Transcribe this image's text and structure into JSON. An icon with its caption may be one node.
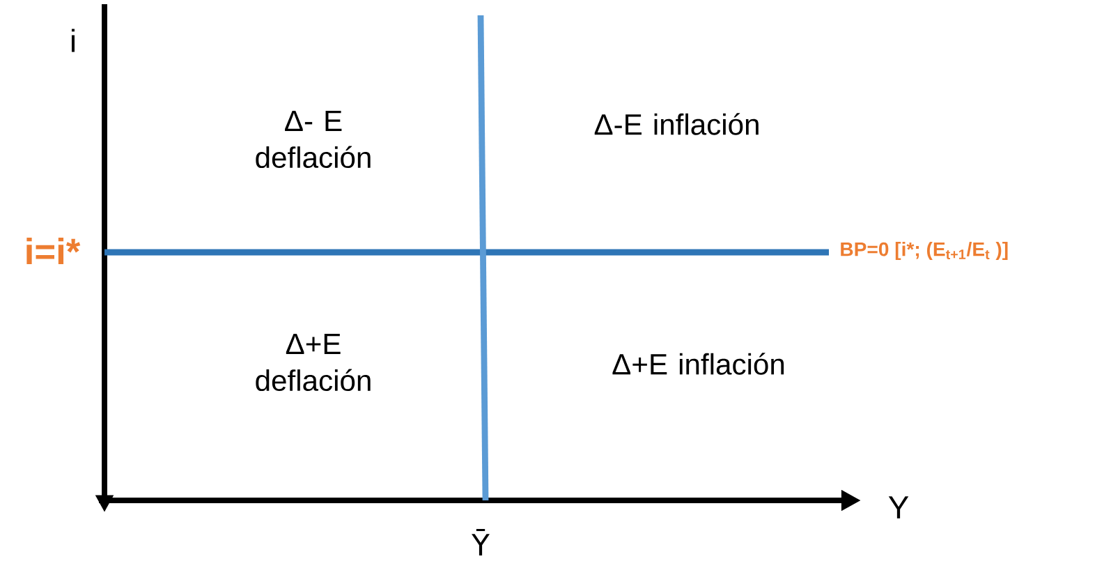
{
  "diagram": {
    "labels": [
      "i",
      "Δ- E deflación",
      "Δ-E inflación",
      "i=i*",
      "BP=0 [i*; (E$_{t+1}$/E$_{t}$ )]",
      "Δ+E deflación",
      "Δ+E inflación",
      "Y",
      "Ȳ"
    ]
  }
}
